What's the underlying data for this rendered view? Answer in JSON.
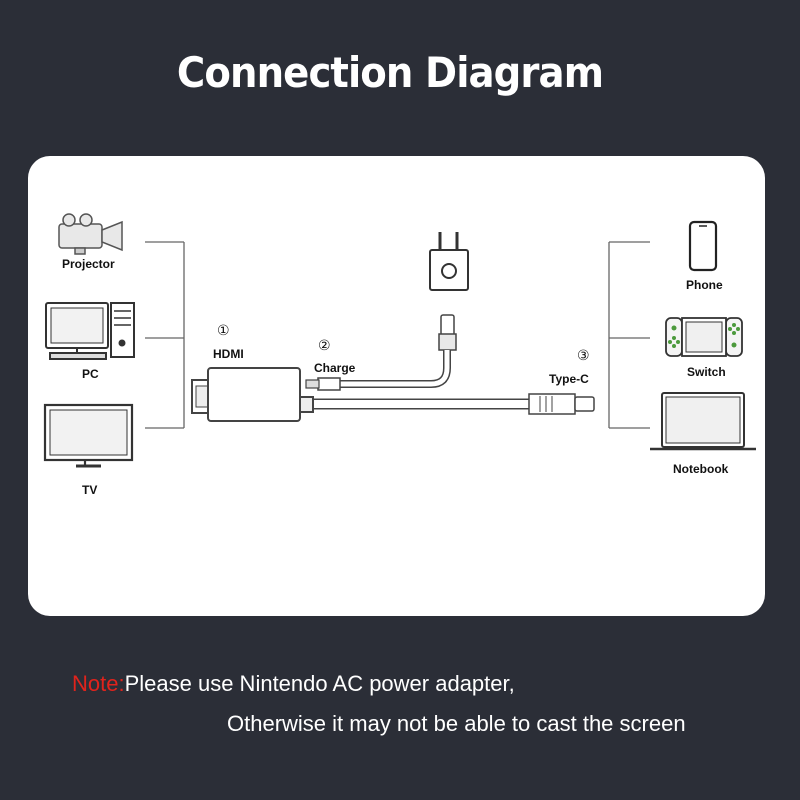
{
  "title": "Connection Diagram",
  "left_devices": [
    {
      "label": "Projector",
      "icon": "projector-icon"
    },
    {
      "label": "PC",
      "icon": "desktop-pc-icon"
    },
    {
      "label": "TV",
      "icon": "tv-icon"
    }
  ],
  "right_devices": [
    {
      "label": "Phone",
      "icon": "phone-icon"
    },
    {
      "label": "Switch",
      "icon": "game-console-icon"
    },
    {
      "label": "Notebook",
      "icon": "laptop-icon"
    }
  ],
  "ports": [
    {
      "number": "①",
      "label": "HDMI"
    },
    {
      "number": "②",
      "label": "Charge"
    },
    {
      "number": "③",
      "label": "Type-C"
    }
  ],
  "note": {
    "prefix": "Note:",
    "line1": "Please use Nintendo AC power adapter,",
    "line2": "Otherwise it may not be able to cast the screen"
  },
  "colors": {
    "background": "#2b2e37",
    "panel": "#ffffff",
    "note_prefix": "#e0231c"
  }
}
